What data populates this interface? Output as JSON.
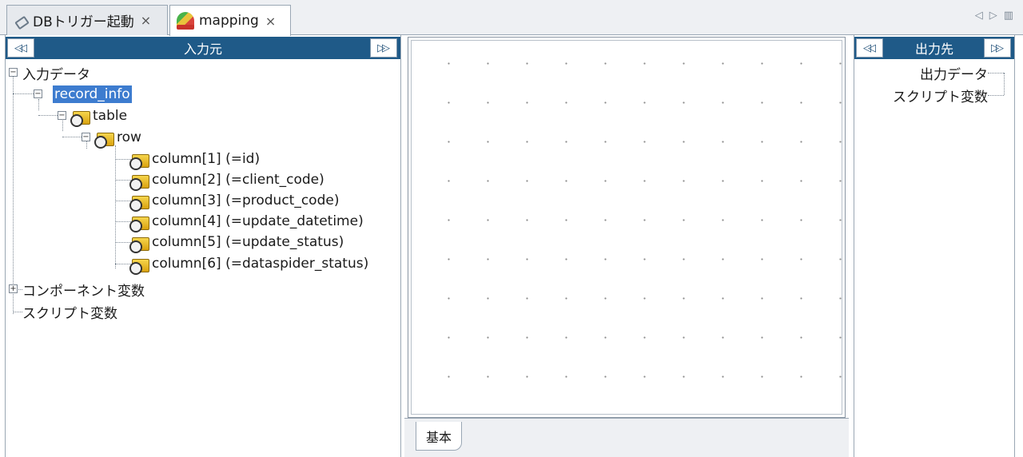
{
  "editor_tabs": [
    {
      "label": "DBトリガー起動",
      "close": "×",
      "icon": "plug-icon"
    },
    {
      "label": "mapping",
      "close": "×",
      "icon": "mapping-icon"
    }
  ],
  "tabbar_controls": [
    "◁",
    "▷",
    "▥"
  ],
  "input_pane": {
    "title": "入力元",
    "collapse_left": "◁◁",
    "collapse_right": "▷▷",
    "tree": {
      "input_data": "入力データ",
      "record_info": "record_info",
      "table": "table",
      "row": "row",
      "columns": [
        "column[1] (=id)",
        "column[2] (=client_code)",
        "column[3] (=product_code)",
        "column[4] (=update_datetime)",
        "column[5] (=update_status)",
        "column[6] (=dataspider_status)"
      ],
      "component_vars": "コンポーネント変数",
      "script_vars": "スクリプト変数"
    }
  },
  "output_pane": {
    "title": "出力先",
    "collapse_left": "◁◁",
    "collapse_right": "▷▷",
    "tree": {
      "output_data": "出力データ",
      "script_vars": "スクリプト変数"
    }
  },
  "canvas": {
    "tab_label": "基本"
  },
  "colors": {
    "header_bg": "#1f5a88",
    "selection": "#3d7ccf"
  }
}
